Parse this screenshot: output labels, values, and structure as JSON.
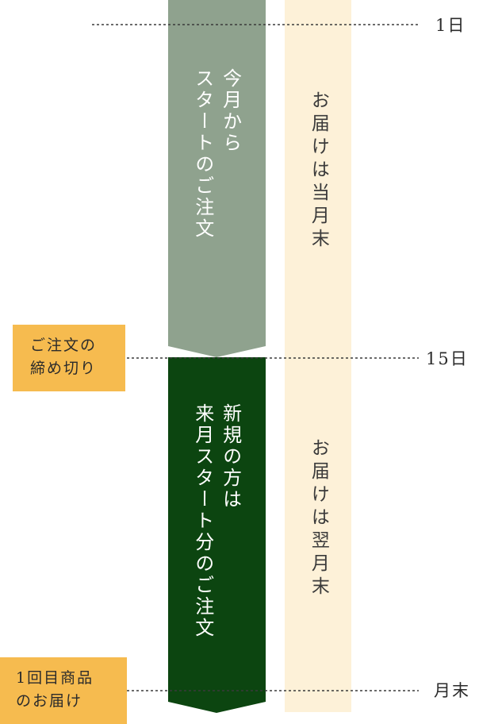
{
  "colors": {
    "current_band": "#8fa28e",
    "next_band": "#0c4510",
    "delivery_column": "#fdf1d8",
    "tag_bg": "#f6bb4f",
    "guide_line": "#3a3a3a"
  },
  "markers": {
    "day1": "1日",
    "day15": "15日",
    "month_end": "月末"
  },
  "current_month": {
    "label_line1": "今月から",
    "label_line2": "スタートのご注文",
    "delivery": "お届けは当月末"
  },
  "next_month": {
    "label_line1": "新規の方は",
    "label_line2": "来月スタート分のご注文",
    "delivery": "お届けは翌月末"
  },
  "tags": {
    "deadline_line1": "ご注文の",
    "deadline_line2": "締め切り",
    "first_delivery_line1": "1回目商品",
    "first_delivery_line2": "のお届け"
  }
}
